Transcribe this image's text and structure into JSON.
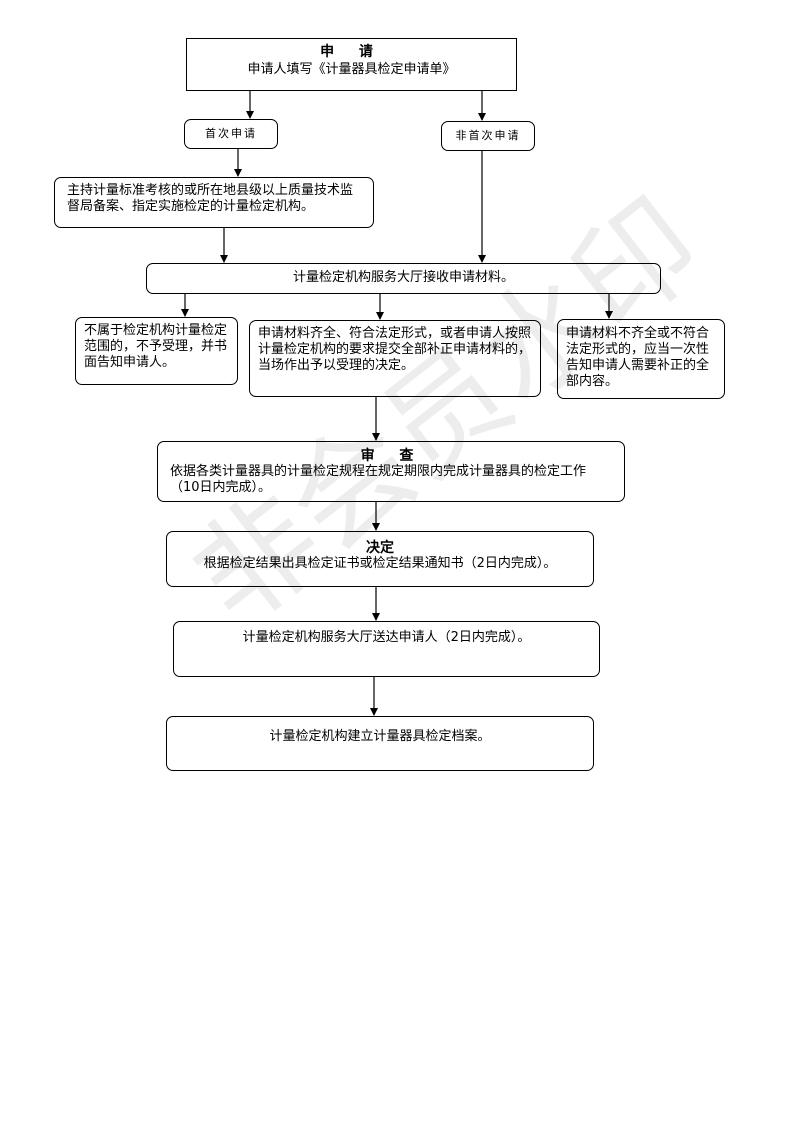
{
  "watermark": "非会员水印",
  "apply": {
    "title": "申 请",
    "text": "申请人填写《计量器具检定申请单》"
  },
  "first_apply": "首次申请",
  "nonfirst_apply": "非首次申请",
  "host": "主持计量标准考核的或所在地县级以上质量技术监督局备案、指定实施检定的计量检定机构。",
  "receive": "计量检定机构服务大厅接收申请材料。",
  "not_scope": "不属于检定机构计量检定范围的，不予受理，并书面告知申请人。",
  "complete": "申请材料齐全、符合法定形式，或者申请人按照计量检定机构的要求提交全部补正申请材料的，当场作出予以受理的决定。",
  "incomplete": "申请材料不齐全或不符合法定形式的，应当一次性告知申请人需要补正的全部内容。",
  "review": {
    "title": "审 查",
    "text": "依据各类计量器具的计量检定规程在规定期限内完成计量器具的检定工作（10日内完成）。"
  },
  "decision": {
    "title": "决定",
    "text": "根据检定结果出具检定证书或检定结果通知书（2日内完成）。"
  },
  "deliver": "计量检定机构服务大厅送达申请人（2日内完成）。",
  "archive": "计量检定机构建立计量器具检定档案。"
}
